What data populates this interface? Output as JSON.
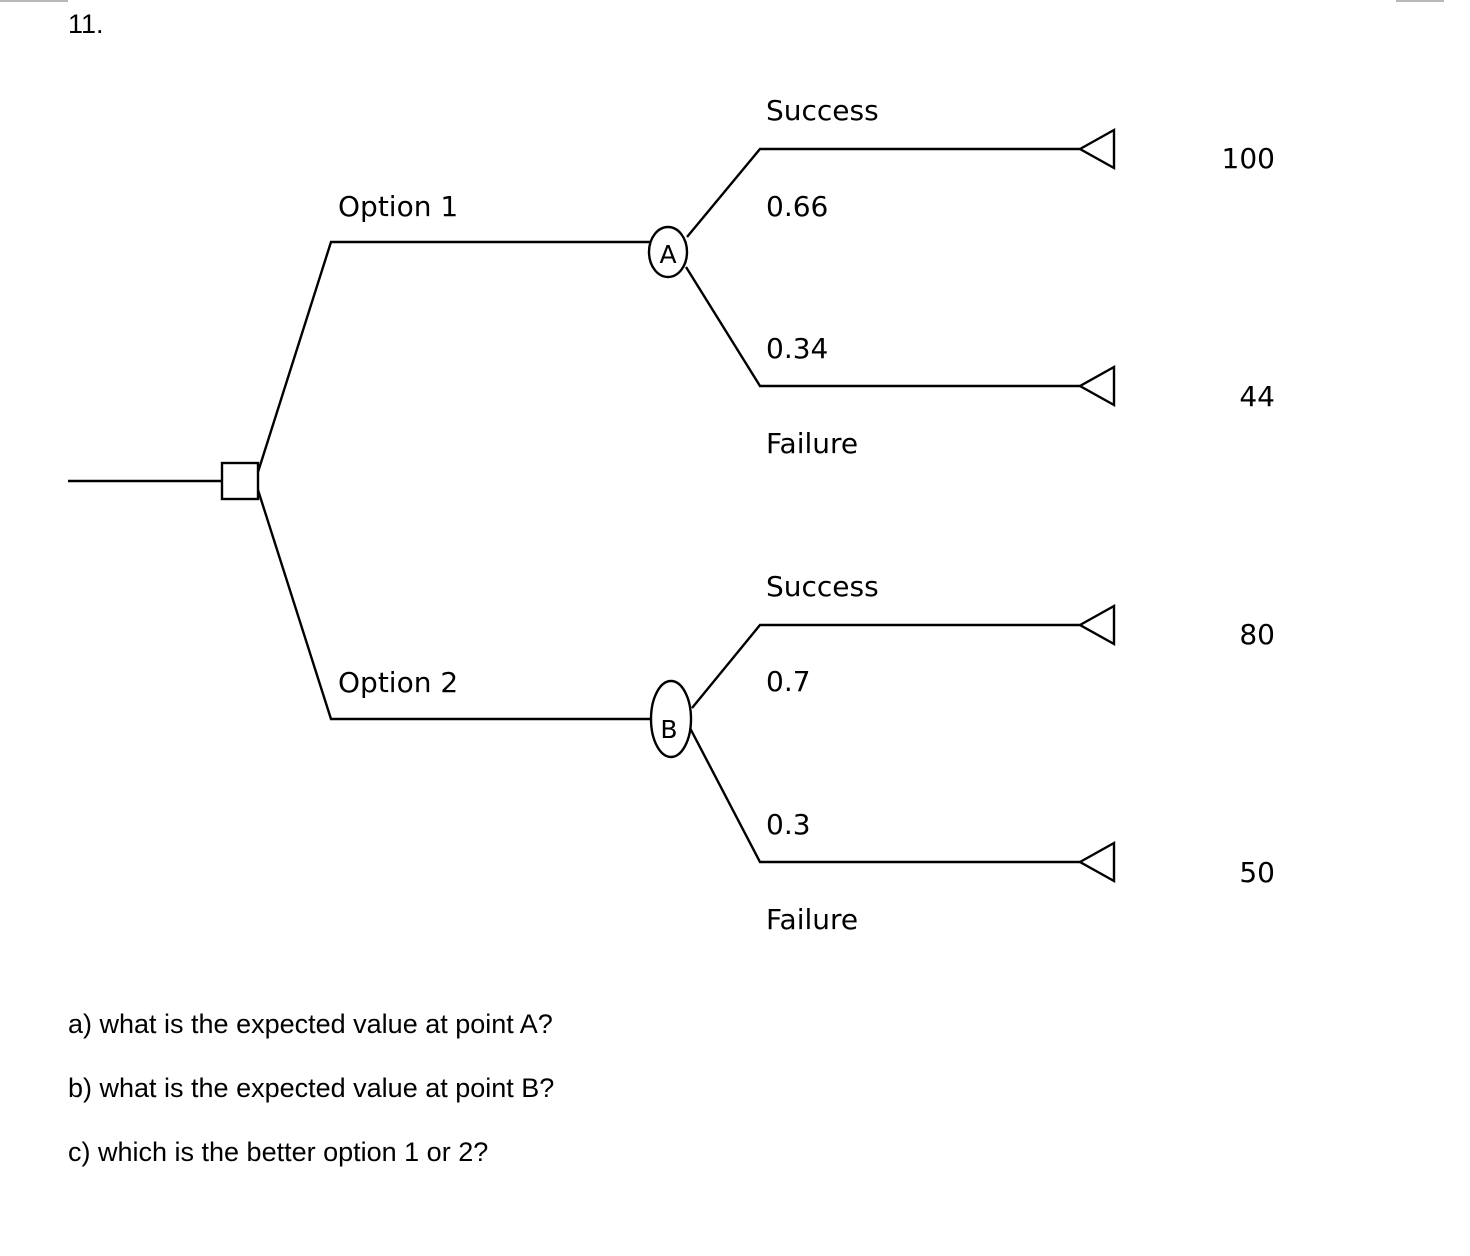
{
  "problem_number": "11.",
  "decision_node": {
    "type": "decision"
  },
  "options": [
    {
      "label": "Option 1",
      "chance_node": "A",
      "outcomes": [
        {
          "name": "Success",
          "probability": "0.66",
          "payoff": "100"
        },
        {
          "name": "Failure",
          "probability": "0.34",
          "payoff": "44"
        }
      ]
    },
    {
      "label": "Option 2",
      "chance_node": "B",
      "outcomes": [
        {
          "name": "Success",
          "probability": "0.7",
          "payoff": "80"
        },
        {
          "name": "Failure",
          "probability": "0.3",
          "payoff": "50"
        }
      ]
    }
  ],
  "questions": [
    "a) what is the expected value at point A?",
    "b) what is the expected value at point B?",
    "c) which is the better option 1 or 2?"
  ]
}
